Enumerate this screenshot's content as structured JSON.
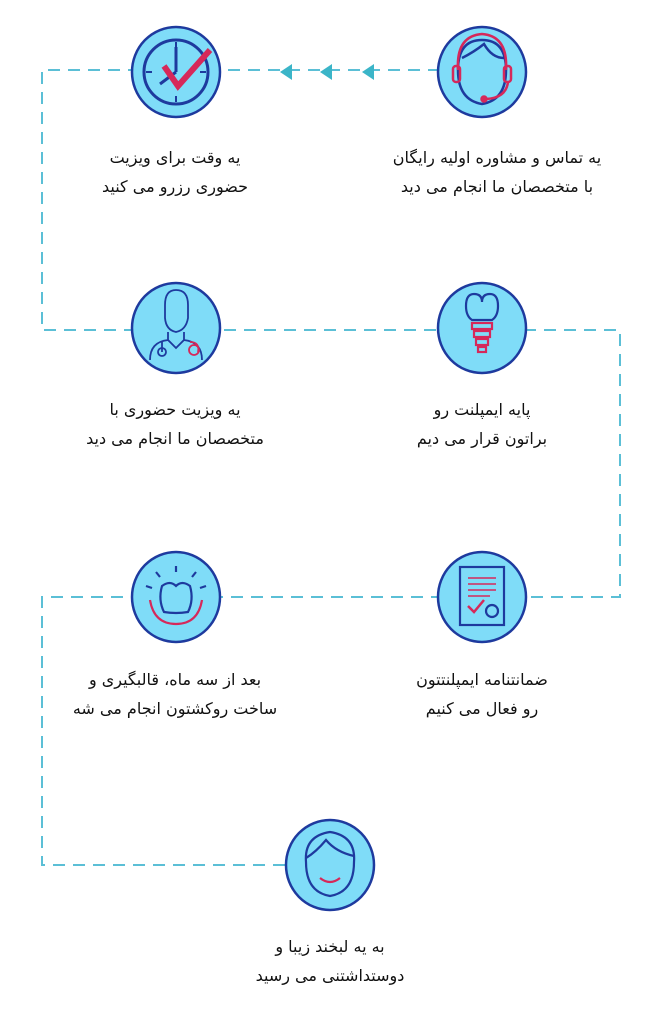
{
  "colors": {
    "circle_fill": "#7fdcf8",
    "circle_border": "#1e3a9e",
    "dash_line": "#5bbfd6",
    "arrow": "#3bb5c8",
    "accent": "#d6285a"
  },
  "steps": [
    {
      "icon": "headset-icon",
      "lines": [
        "یه تماس و مشاوره اولیه رایگان",
        "با متخصصان ما انجام می دید"
      ]
    },
    {
      "icon": "clock-check-icon",
      "lines": [
        "یه وقت برای ویزیت",
        "حضوری رزرو می کنید"
      ]
    },
    {
      "icon": "doctor-icon",
      "lines": [
        "یه ویزیت حضوری با",
        "متخصصان ما انجام می دید"
      ]
    },
    {
      "icon": "dental-implant-icon",
      "lines": [
        "پایه ایمپلنت رو",
        "براتون قرار می دیم"
      ]
    },
    {
      "icon": "warranty-document-icon",
      "lines": [
        "ضمانتنامه ایمپلنتتون",
        "رو فعال می کنیم"
      ]
    },
    {
      "icon": "smile-teeth-icon",
      "lines": [
        "بعد از سه ماه، قالبگیری و",
        "ساخت روکشتون انجام می شه"
      ]
    },
    {
      "icon": "happy-face-icon",
      "lines": [
        "به یه لبخند زیبا و",
        "دوستداشتنی می رسید"
      ]
    }
  ]
}
